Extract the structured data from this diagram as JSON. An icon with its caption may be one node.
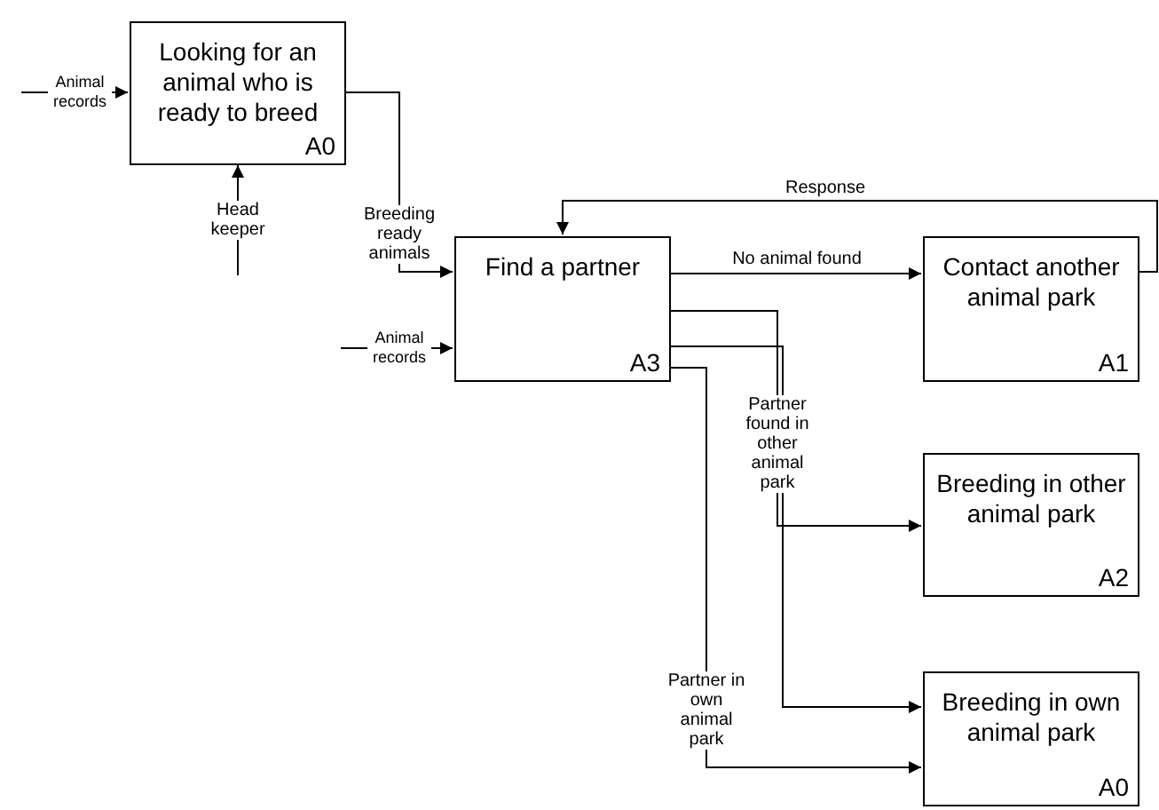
{
  "diagram": {
    "nodes": [
      {
        "text": [
          "Looking for an animal who is ready to breed",
          "A0"
        ]
      },
      {
        "text": [
          "Find a partner",
          "A3"
        ]
      },
      {
        "text": [
          "Contact another animal park",
          "A1"
        ]
      },
      {
        "text": [
          "Breeding in other animal park",
          "A2"
        ]
      },
      {
        "text": [
          "Breeding in own animal park",
          "A0"
        ]
      }
    ],
    "edges": [
      {
        "from": null,
        "to": 0,
        "arrow": "to",
        "label": "Animal records"
      },
      {
        "from": null,
        "to": 0,
        "arrow": "to",
        "label": "Head keeper"
      },
      {
        "from": 0,
        "to": 1,
        "arrow": "to",
        "label": "Breeding ready animals"
      },
      {
        "from": null,
        "to": 1,
        "arrow": "to",
        "label": "Animal records"
      },
      {
        "from": 1,
        "to": 2,
        "arrow": "to",
        "label": "No animal found"
      },
      {
        "from": 2,
        "to": 1,
        "arrow": "to",
        "label": "Response"
      },
      {
        "from": 1,
        "to": 3,
        "arrow": "to",
        "label": "Partner found in other animal park"
      },
      {
        "from": 1,
        "to": 4,
        "arrow": "to"
      },
      {
        "from": 1,
        "to": 4,
        "arrow": "to",
        "label": "Partner in own animal park"
      }
    ]
  }
}
